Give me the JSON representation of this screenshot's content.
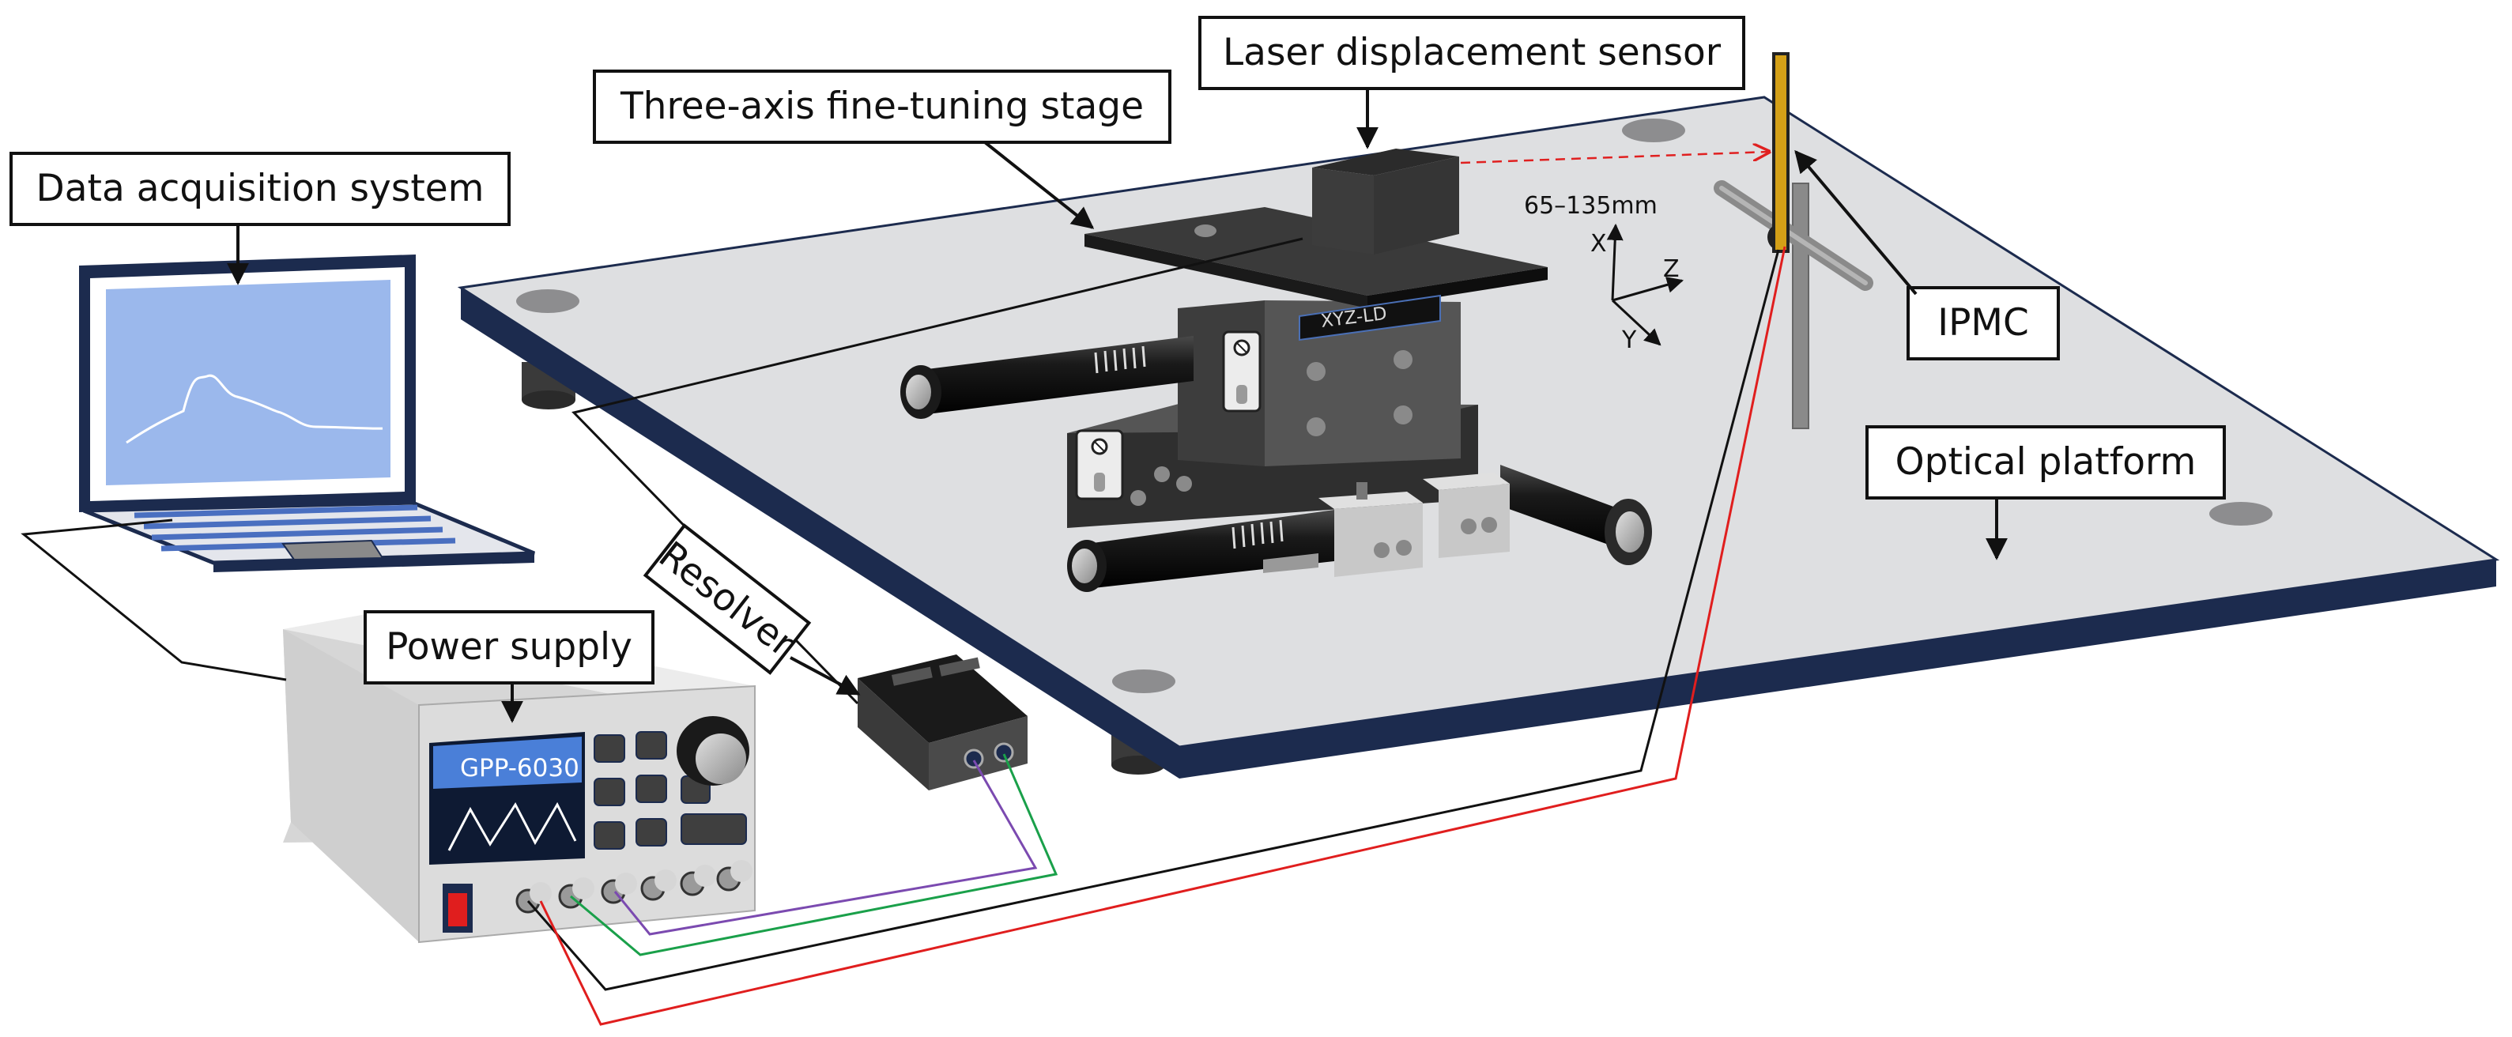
{
  "labels": {
    "data_acquisition": "Data acquisition system",
    "three_axis": "Three-axis fine-tuning stage",
    "laser_sensor": "Laser displacement sensor",
    "ipmc": "IPMC",
    "optical_platform": "Optical platform",
    "power_supply": "Power supply",
    "resolver": "Resolver"
  },
  "annotations": {
    "stage_plate": "XYZ-LD",
    "range": "65–135mm",
    "axis_x": "X",
    "axis_y": "Y",
    "axis_z": "Z"
  },
  "power_supply": {
    "screen_model": "GPP-6030"
  },
  "colors": {
    "platform": "#dedfe1",
    "platform_edge": "#1c2b4e",
    "laptop_screen": "#9bb8ec",
    "laptop_frame": "#1c2b4e",
    "ipmc_strip": "#d4a017",
    "laser_beam": "#e02020",
    "wire_red": "#e01e1e",
    "wire_green": "#1aa04a",
    "wire_purple": "#7b4ab0",
    "wire_black": "#111111"
  }
}
